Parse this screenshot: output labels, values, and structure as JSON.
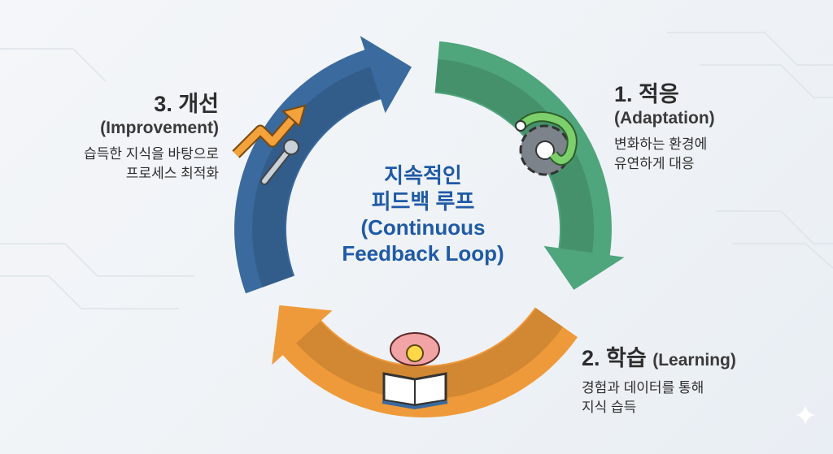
{
  "center": {
    "line1": "지속적인",
    "line2": "피드백 루프",
    "line3": "(Continuous",
    "line4": "Feedback Loop)"
  },
  "stages": [
    {
      "title": "1. 적응",
      "subtitle": "(Adaptation)",
      "desc1": "변화하는 환경에",
      "desc2": "유연하게 대응",
      "icon": "chameleon-gear-icon",
      "color": "#4fa57c"
    },
    {
      "title": "2. 학습",
      "subtitle": "(Learning)",
      "desc1": "경험과 데이터를 통해",
      "desc2": "지식 습득",
      "icon": "brain-book-icon",
      "color": "#ef9a3a"
    },
    {
      "title": "3. 개선",
      "subtitle": "(Improvement)",
      "desc1": "습득한 지식을 바탕으로",
      "desc2": "프로세스 최적화",
      "icon": "chart-wrench-icon",
      "color": "#3a6a9e"
    }
  ]
}
